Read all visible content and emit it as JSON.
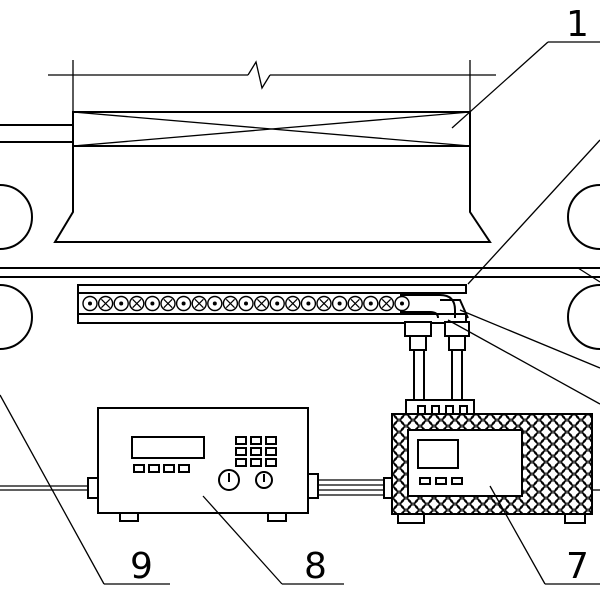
{
  "labels": {
    "part_1": "1",
    "part_7": "7",
    "part_8": "8",
    "part_9": "9"
  }
}
